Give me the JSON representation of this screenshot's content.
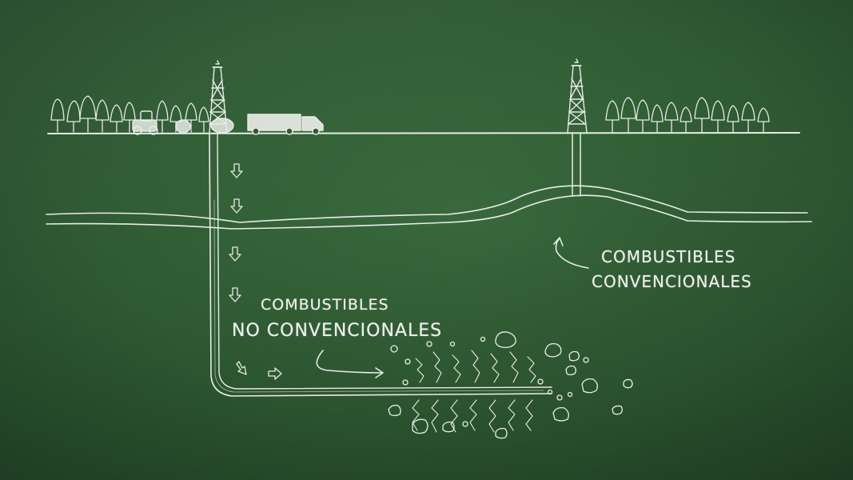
{
  "labels": {
    "unconventional_line1": "COMBUSTIBLES",
    "unconventional_line2": "NO CONVENCIONALES",
    "conventional_line1": "COMBUSTIBLES",
    "conventional_line2": "CONVENCIONALES"
  },
  "colors": {
    "board": "#2f5a33",
    "chalk": "#e8ece6"
  },
  "icons": [
    "tree-icon",
    "derrick-icon",
    "tractor-icon",
    "tank-icon",
    "truck-icon",
    "down-arrow-icon",
    "right-arrow-icon",
    "rock-icon",
    "fracture-icon"
  ]
}
